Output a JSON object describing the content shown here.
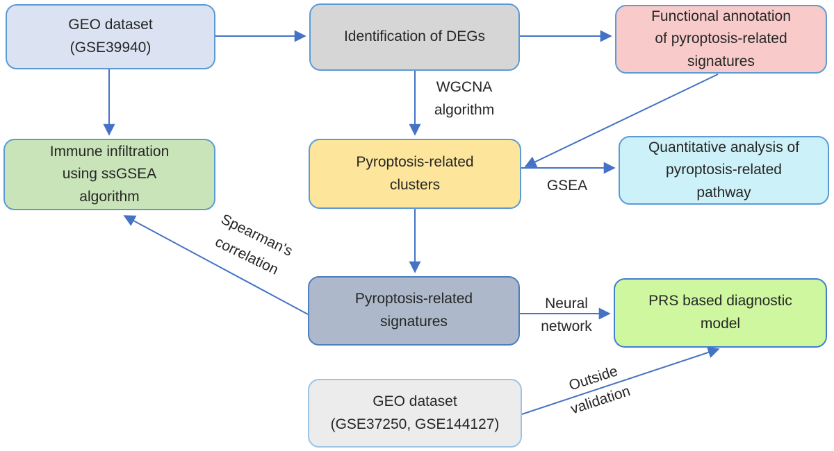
{
  "diagram": {
    "background": "#ffffff",
    "text_color": "#262626",
    "arrow_color": "#4472c4",
    "nodes": {
      "geo1": {
        "label": "GEO dataset\n(GSE39940)",
        "fill": "#dbe3f2",
        "border": "#5b9bd5"
      },
      "degs": {
        "label": "Identification of DEGs",
        "fill": "#d6d6d6",
        "border": "#5b9bd5"
      },
      "func": {
        "label": "Functional annotation\nof pyroptosis-related\nsignatures",
        "fill": "#f8caca",
        "border": "#5b9bd5"
      },
      "immune": {
        "label": "Immune infiltration\nusing ssGSEA\nalgorithm",
        "fill": "#c8e4b8",
        "border": "#5b9bd5"
      },
      "clusters": {
        "label": "Pyroptosis-related\nclusters",
        "fill": "#fde69b",
        "border": "#5b9bd5"
      },
      "quant": {
        "label": "Quantitative analysis of\npyroptosis-related\npathway",
        "fill": "#cdf1f8",
        "border": "#5b9bd5"
      },
      "signatures": {
        "label": "Pyroptosis-related\nsignatures",
        "fill": "#adb9ca",
        "border": "#4d7ebf"
      },
      "prs": {
        "label": "PRS based diagnostic\nmodel",
        "fill": "#cff7a0",
        "border": "#3f7fce"
      },
      "geo2": {
        "label": "GEO dataset\n(GSE37250, GSE144127)",
        "fill": "#ececec",
        "border": "#9dc3e6"
      }
    },
    "edge_labels": {
      "wgcna": "WGCNA\nalgorithm",
      "gsea": "GSEA",
      "spearman": "Spearman's\ncorrelation",
      "neural": "Neural\nnetwork",
      "outside": "Outside\nvalidation"
    }
  }
}
